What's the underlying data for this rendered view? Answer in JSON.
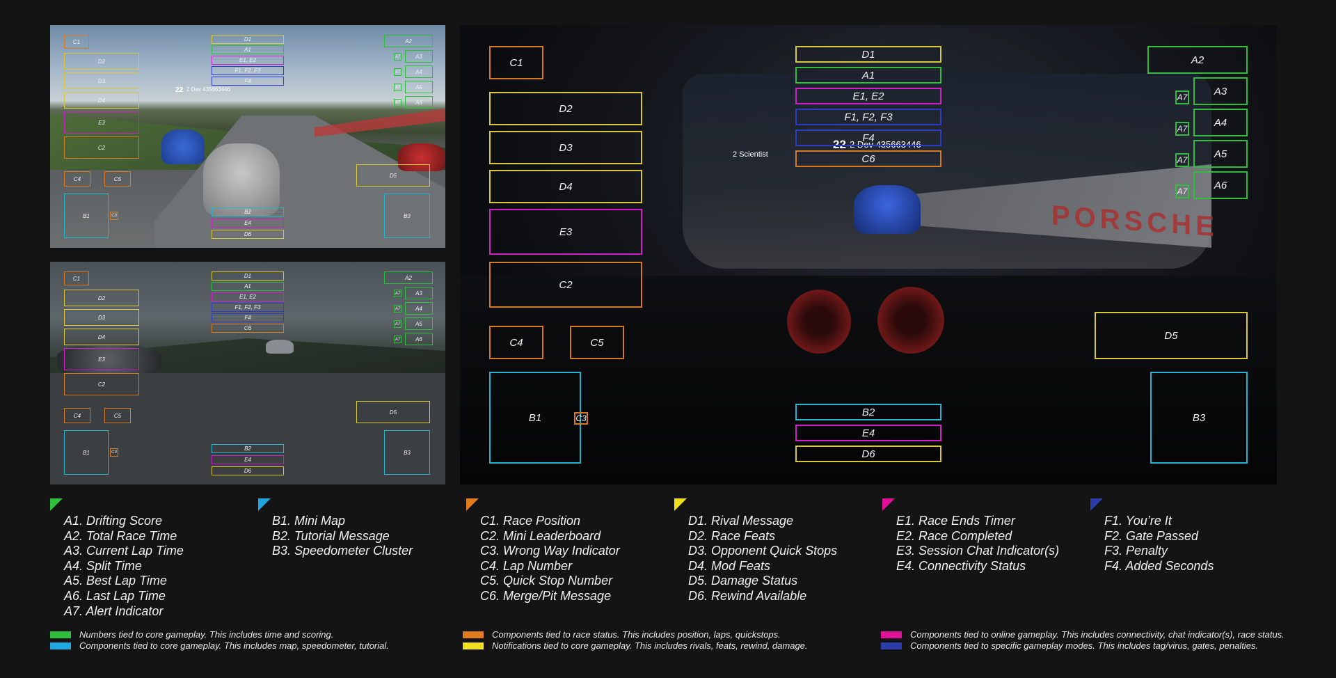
{
  "labels": {
    "D1": "D1",
    "A1": "A1",
    "E1E2": "E1, E2",
    "F1F2F3": "F1, F2, F3",
    "F4": "F4",
    "C6": "C6",
    "C1": "C1",
    "D2": "D2",
    "D3": "D3",
    "D4": "D4",
    "E3": "E3",
    "C2": "C2",
    "C4": "C4",
    "C5": "C5",
    "B1": "B1",
    "C3": "C3",
    "B2": "B2",
    "E4": "E4",
    "D6": "D6",
    "D5": "D5",
    "B3": "B3",
    "A2": "A2",
    "A3": "A3",
    "A4": "A4",
    "A5": "A5",
    "A6": "A6",
    "A7": "A7"
  },
  "legend": {
    "green": {
      "color": "#2fbf3c",
      "items": [
        "A1. Drifting Score",
        "A2. Total Race Time",
        "A3. Current Lap Time",
        "A4. Split Time",
        "A5. Best Lap Time",
        "A6. Last Lap Time",
        "A7. Alert Indicator"
      ]
    },
    "cyan": {
      "color": "#1fa8e0",
      "items": [
        "B1. Mini Map",
        "B2. Tutorial Message",
        "B3. Speedometer Cluster"
      ]
    },
    "orange": {
      "color": "#e07c1e",
      "items": [
        "C1. Race Position",
        "C2. Mini Leaderboard",
        "C3. Wrong Way Indicator",
        "C4. Lap Number",
        "C5. Quick Stop Number",
        "C6. Merge/Pit Message"
      ]
    },
    "yellow": {
      "color": "#f0e020",
      "items": [
        "D1. Rival Message",
        "D2. Race Feats",
        "D3. Opponent Quick Stops",
        "D4. Mod Feats",
        "D5. Damage Status",
        "D6. Rewind Available"
      ]
    },
    "magenta": {
      "color": "#e0129a",
      "items": [
        "E1. Race Ends Timer",
        "E2. Race Completed",
        "E3. Session Chat Indicator(s)",
        "E4. Connectivity Status"
      ]
    },
    "blue": {
      "color": "#2a3ca8",
      "items": [
        "F1. You’re It",
        "F2. Gate Passed",
        "F3. Penalty",
        "F4. Added Seconds"
      ]
    }
  },
  "notes": {
    "green": "Numbers tied to core gameplay. This includes time and scoring.",
    "cyan": "Components tied to core gameplay. This includes map, speedometer, tutorial.",
    "orange": "Components tied to race status. This includes position, laps, quickstops.",
    "yellow": "Notifications tied to core gameplay. This includes rivals, feats, rewind, damage.",
    "magenta": "Components tied to online gameplay. This includes connectivity, chat indicator(s), race status.",
    "blue": "Components tied to specific gameplay modes. This includes tag/virus, gates, penalties."
  },
  "scene_text": {
    "pos22": "22",
    "dev": "2 Dev 435663446",
    "scientist": "2 Scientist",
    "porsche": "PORSCHE"
  }
}
